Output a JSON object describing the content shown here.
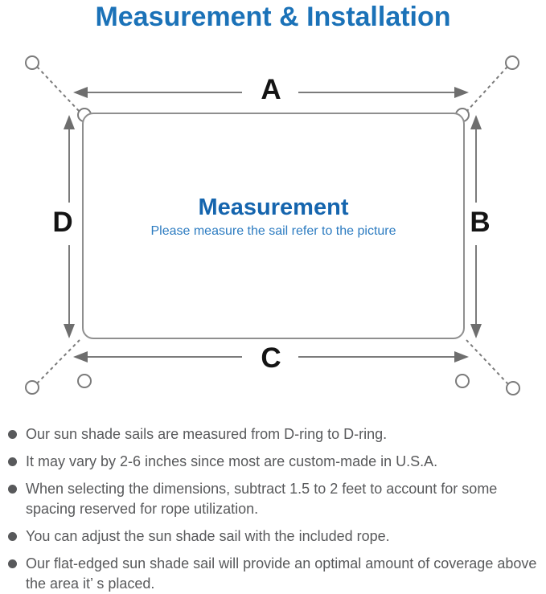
{
  "title": "Measurement & Installation",
  "diagram": {
    "labels": {
      "top": "A",
      "right": "B",
      "bottom": "C",
      "left": "D"
    },
    "center_title": "Measurement",
    "center_subtitle": "Please measure the sail refer to the picture"
  },
  "bullets": [
    "Our sun shade sails are measured from D-ring to D-ring.",
    "It may vary by 2-6 inches since most are custom-made in U.S.A.",
    "When selecting the dimensions, subtract 1.5 to 2 feet to account for some spacing reserved for rope utilization.",
    "You can adjust the sun shade sail with the included rope.",
    "Our flat-edged sun shade sail will provide an optimal amount of coverage above the area it’ s placed."
  ],
  "colors": {
    "title_blue": "#1b72b8",
    "center_title_blue": "#1565ae",
    "subtitle_blue": "#2d7cc1",
    "line_gray": "#7b7b7b",
    "arrow_gray": "#6e6e6e",
    "text_gray": "#58595b"
  }
}
